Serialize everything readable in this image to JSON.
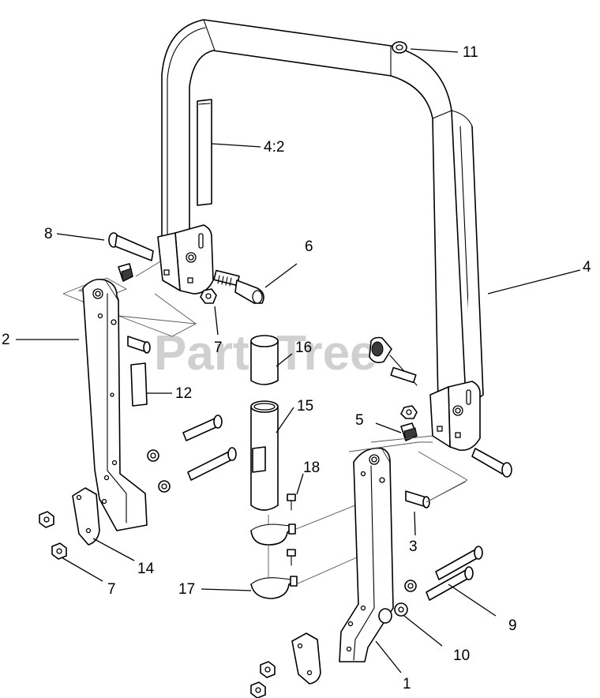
{
  "watermark": {
    "text": "PartsTree",
    "trademark": "™"
  },
  "callouts": {
    "c1": "1",
    "c2": "2",
    "c3": "3",
    "c4": "4",
    "c4_2": "4:2",
    "c5": "5",
    "c6": "6",
    "c7a": "7",
    "c7b": "7",
    "c8": "8",
    "c9": "9",
    "c10": "10",
    "c11": "11",
    "c12": "12",
    "c14": "14",
    "c15": "15",
    "c16": "16",
    "c17": "17",
    "c18": "18"
  }
}
